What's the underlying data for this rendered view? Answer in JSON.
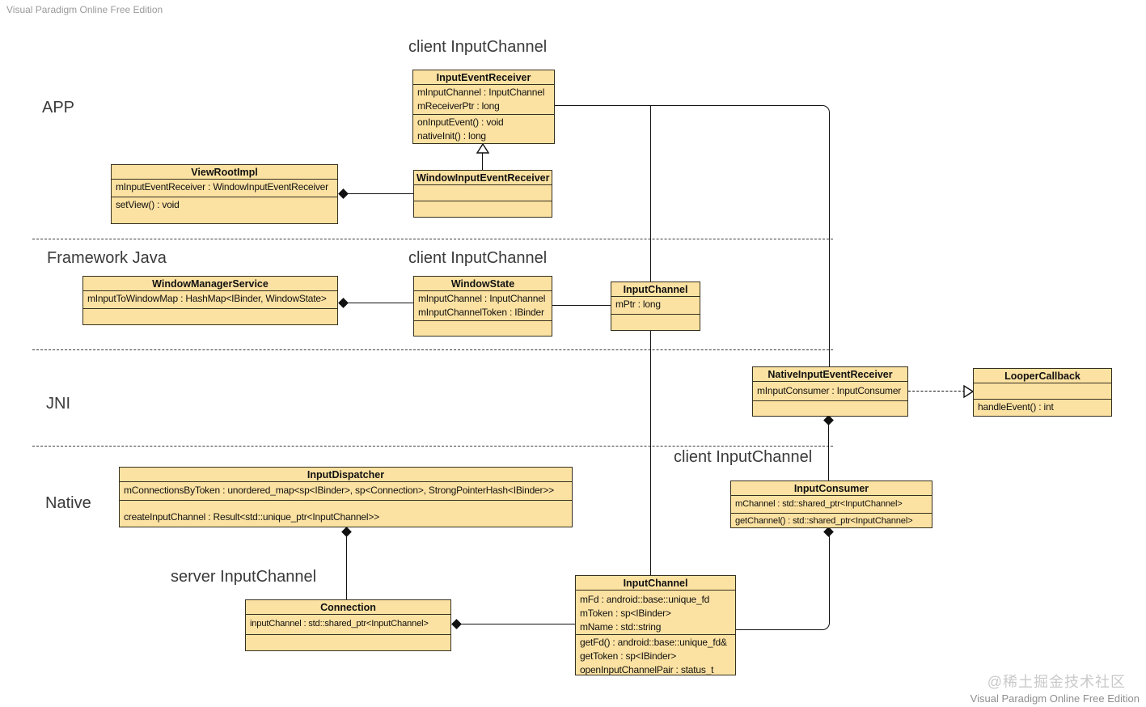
{
  "watermarks": {
    "top_left": "Visual Paradigm Online Free Edition",
    "bottom_right_community": "@稀土掘金技术社区",
    "bottom_right_edition": "Visual Paradigm Online Free Edition"
  },
  "layers": {
    "app": "APP",
    "framework": "Framework Java",
    "jni": "JNI",
    "native": "Native"
  },
  "headings": {
    "client_top": "client InputChannel",
    "client_framework": "client InputChannel",
    "client_native": "client InputChannel",
    "server_native": "server InputChannel"
  },
  "colors": {
    "box_fill": "#fce2a2",
    "box_border": "#35301f",
    "line": "#111111"
  },
  "classes": {
    "inputEventReceiver": {
      "name": "InputEventReceiver",
      "attributes": [
        "mInputChannel : InputChannel",
        "mReceiverPtr : long"
      ],
      "methods": [
        "onInputEvent() : void",
        "nativeInit() : long"
      ]
    },
    "viewRootImpl": {
      "name": "ViewRootImpl",
      "attributes": [
        "mInputEventReceiver : WindowInputEventReceiver"
      ],
      "methods": [
        "setView() : void"
      ]
    },
    "windowInputEventReceiver": {
      "name": "WindowInputEventReceiver",
      "attributes": [],
      "methods": []
    },
    "windowManagerService": {
      "name": "WindowManagerService",
      "attributes": [
        "mInputToWindowMap : HashMap<IBinder, WindowState>"
      ],
      "methods": []
    },
    "windowState": {
      "name": "WindowState",
      "attributes": [
        "mInputChannel : InputChannel",
        "mInputChannelToken : IBinder"
      ],
      "methods": []
    },
    "inputChannelFramework": {
      "name": "InputChannel",
      "attributes": [
        "mPtr : long"
      ],
      "methods": []
    },
    "nativeInputEventReceiver": {
      "name": "NativeInputEventReceiver",
      "attributes": [
        "mInputConsumer : InputConsumer"
      ],
      "methods": []
    },
    "looperCallback": {
      "name": "LooperCallback",
      "attributes": [],
      "methods": [
        "handleEvent() : int"
      ]
    },
    "inputDispatcher": {
      "name": "InputDispatcher",
      "attributes": [
        "mConnectionsByToken : unordered_map<sp<IBinder>, sp<Connection>, StrongPointerHash<IBinder>>"
      ],
      "methods": [
        "createInputChannel : Result<std::unique_ptr<InputChannel>>"
      ]
    },
    "inputConsumer": {
      "name": "InputConsumer",
      "attributes": [
        "mChannel : std::shared_ptr<InputChannel>"
      ],
      "methods": [
        "getChannel() : std::shared_ptr<InputChannel>"
      ]
    },
    "connection": {
      "name": "Connection",
      "attributes": [
        "inputChannel : std::shared_ptr<InputChannel>"
      ],
      "methods": []
    },
    "inputChannelNative": {
      "name": "InputChannel",
      "attributes": [
        "mFd : android::base::unique_fd",
        "mToken : sp<IBinder>",
        "mName : std::string"
      ],
      "methods": [
        "getFd() : android::base::unique_fd&",
        "getToken : sp<IBinder>",
        "openInputChannelPair : status_t"
      ]
    }
  }
}
